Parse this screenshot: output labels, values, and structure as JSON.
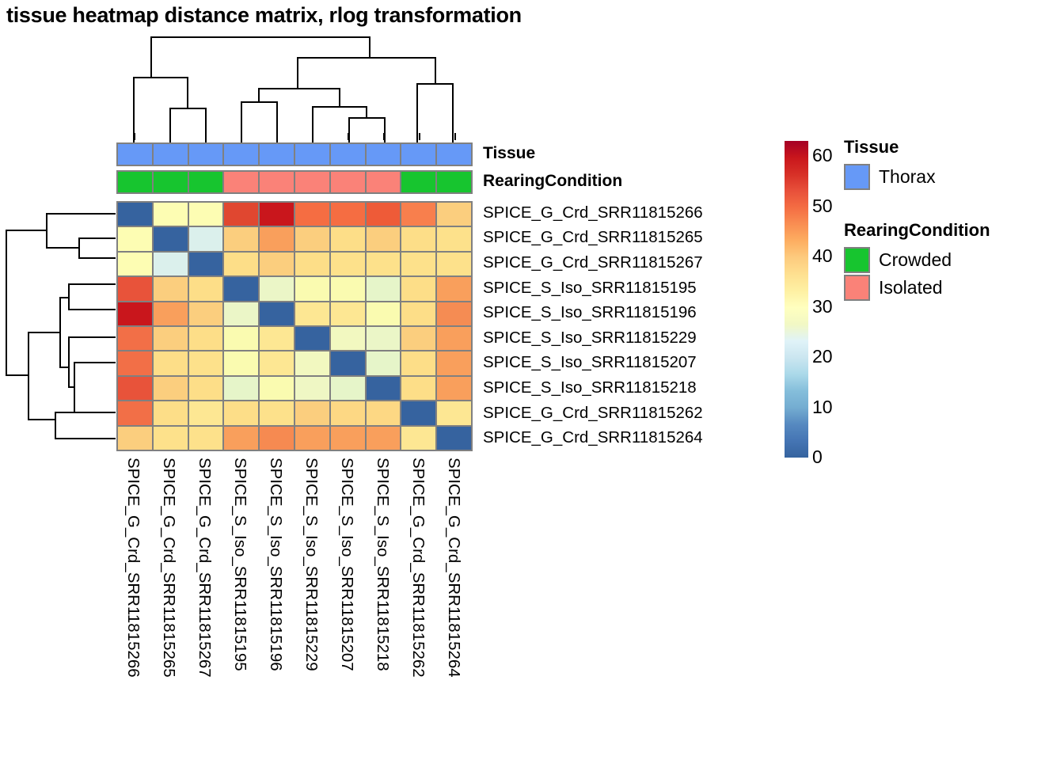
{
  "title": "tissue heatmap distance matrix, rlog transformation",
  "annotation_rows": {
    "tissue_label": "Tissue",
    "rearing_label": "RearingCondition"
  },
  "legends": {
    "tissue": {
      "title": "Tissue",
      "items": [
        {
          "label": "Thorax",
          "color": "#6699F7"
        }
      ]
    },
    "rearing_condition": {
      "title": "RearingCondition",
      "items": [
        {
          "label": "Crowded",
          "color": "#17C52F"
        },
        {
          "label": "Isolated",
          "color": "#FA8278"
        }
      ]
    }
  },
  "colorbar": {
    "ticks": [
      "60",
      "50",
      "40",
      "30",
      "20",
      "10",
      "0"
    ],
    "tick_values": [
      60,
      50,
      40,
      30,
      20,
      10,
      0
    ],
    "min": 0,
    "max": 63,
    "colormap": "RdYlBu-reversed"
  },
  "chart_data": {
    "type": "heatmap",
    "title": "tissue heatmap distance matrix, rlog transformation",
    "xlabel": "",
    "ylabel": "",
    "legend_position": "right",
    "grid": true,
    "value_label": "distance",
    "zlim": [
      0,
      63
    ],
    "categories": [
      "SPICE_G_Crd_SRR11815266",
      "SPICE_G_Crd_SRR11815265",
      "SPICE_G_Crd_SRR11815267",
      "SPICE_S_Iso_SRR11815195",
      "SPICE_S_Iso_SRR11815196",
      "SPICE_S_Iso_SRR11815229",
      "SPICE_S_Iso_SRR11815207",
      "SPICE_S_Iso_SRR11815218",
      "SPICE_G_Crd_SRR11815262",
      "SPICE_G_Crd_SRR11815264"
    ],
    "row_labels": [
      "SPICE_G_Crd_SRR11815266",
      "SPICE_G_Crd_SRR11815265",
      "SPICE_G_Crd_SRR11815267",
      "SPICE_S_Iso_SRR11815195",
      "SPICE_S_Iso_SRR11815196",
      "SPICE_S_Iso_SRR11815229",
      "SPICE_S_Iso_SRR11815207",
      "SPICE_S_Iso_SRR11815218",
      "SPICE_G_Crd_SRR11815262",
      "SPICE_G_Crd_SRR11815264"
    ],
    "col_labels": [
      "SPICE_G_Crd_SRR11815266",
      "SPICE_G_Crd_SRR11815265",
      "SPICE_G_Crd_SRR11815267",
      "SPICE_S_Iso_SRR11815195",
      "SPICE_S_Iso_SRR11815196",
      "SPICE_S_Iso_SRR11815229",
      "SPICE_S_Iso_SRR11815207",
      "SPICE_S_Iso_SRR11815218",
      "SPICE_G_Crd_SRR11815262",
      "SPICE_G_Crd_SRR11815264"
    ],
    "values": [
      [
        0,
        31,
        31,
        55,
        62,
        51,
        51,
        54,
        50,
        41
      ],
      [
        31,
        0,
        23,
        41,
        47,
        40,
        38,
        40,
        39,
        37
      ],
      [
        31,
        23,
        0,
        38,
        41,
        37,
        37,
        37,
        37,
        37
      ],
      [
        55,
        41,
        38,
        0,
        28,
        31,
        31,
        28,
        38,
        47
      ],
      [
        62,
        47,
        41,
        28,
        0,
        34,
        34,
        31,
        37,
        49
      ],
      [
        51,
        40,
        37,
        31,
        34,
        0,
        30,
        29,
        42,
        47
      ],
      [
        51,
        38,
        37,
        31,
        34,
        30,
        0,
        28,
        39,
        46
      ],
      [
        54,
        40,
        37,
        28,
        31,
        29,
        28,
        0,
        40,
        46
      ],
      [
        50,
        39,
        37,
        38,
        37,
        42,
        39,
        40,
        0,
        34
      ],
      [
        41,
        37,
        37,
        47,
        49,
        47,
        46,
        46,
        34,
        0
      ]
    ],
    "cell_colors": [
      [
        "#36639F",
        "#FDFDB3",
        "#FDFDB3",
        "#E04730",
        "#C9161C",
        "#F56D42",
        "#F56D42",
        "#EE5B38",
        "#F87F4D",
        "#FBCE7E"
      ],
      [
        "#FDFDB3",
        "#36639F",
        "#DBF0EC",
        "#FBCE7E",
        "#F99F5C",
        "#FBCE7E",
        "#FDDE88",
        "#FBCE7E",
        "#FDDE88",
        "#FDE18B"
      ],
      [
        "#FDFDB3",
        "#DBF0EC",
        "#36639F",
        "#FDDE88",
        "#FBCE7E",
        "#FDDE88",
        "#FDE18B",
        "#FDE18B",
        "#FDE18B",
        "#FDE18B"
      ],
      [
        "#E8533A",
        "#FBCE7E",
        "#FDDE88",
        "#36639F",
        "#EBF6C7",
        "#FAFBB0",
        "#FAFBB0",
        "#E6F5C9",
        "#FDDE88",
        "#F99F5C"
      ],
      [
        "#C9161C",
        "#F99F5C",
        "#FBCE7E",
        "#EBF6C7",
        "#36639F",
        "#FDE793",
        "#FDE793",
        "#FAFBB0",
        "#FDDE88",
        "#F58C53"
      ],
      [
        "#F26F47",
        "#FBCE7E",
        "#FDDE88",
        "#FAFBB0",
        "#FDE793",
        "#36639F",
        "#F2F8C0",
        "#EBF6C7",
        "#FBCE7E",
        "#F99F5C"
      ],
      [
        "#F26F47",
        "#FDDE88",
        "#FDE18B",
        "#FAFBB0",
        "#FDE793",
        "#F2F8C0",
        "#36639F",
        "#E6F5C9",
        "#FDDE88",
        "#F99F5C"
      ],
      [
        "#E8533A",
        "#FBCE7E",
        "#FDDE88",
        "#E6F5C9",
        "#FAFBB0",
        "#EFF7C4",
        "#E6F5C9",
        "#36639F",
        "#FDDE88",
        "#F99F5C"
      ],
      [
        "#F26F47",
        "#FDDE88",
        "#FDE793",
        "#FDDE88",
        "#FDE18B",
        "#FBCE7E",
        "#FDD884",
        "#FDD884",
        "#36639F",
        "#FDE793"
      ],
      [
        "#FBCE7E",
        "#FDE18B",
        "#FDE18B",
        "#F99F5C",
        "#F68A51",
        "#F99F5C",
        "#F99F5C",
        "#F99F5C",
        "#FDE793",
        "#36639F"
      ]
    ],
    "column_annotations": {
      "Tissue": [
        "Thorax",
        "Thorax",
        "Thorax",
        "Thorax",
        "Thorax",
        "Thorax",
        "Thorax",
        "Thorax",
        "Thorax",
        "Thorax"
      ],
      "RearingCondition": [
        "Crowded",
        "Crowded",
        "Crowded",
        "Isolated",
        "Isolated",
        "Isolated",
        "Isolated",
        "Isolated",
        "Crowded",
        "Crowded"
      ]
    },
    "row_dendrogram": {
      "description": "hierarchical clustering of rows, leaves in row_labels order"
    },
    "col_dendrogram": {
      "description": "hierarchical clustering of columns, leaves in col_labels order"
    }
  }
}
